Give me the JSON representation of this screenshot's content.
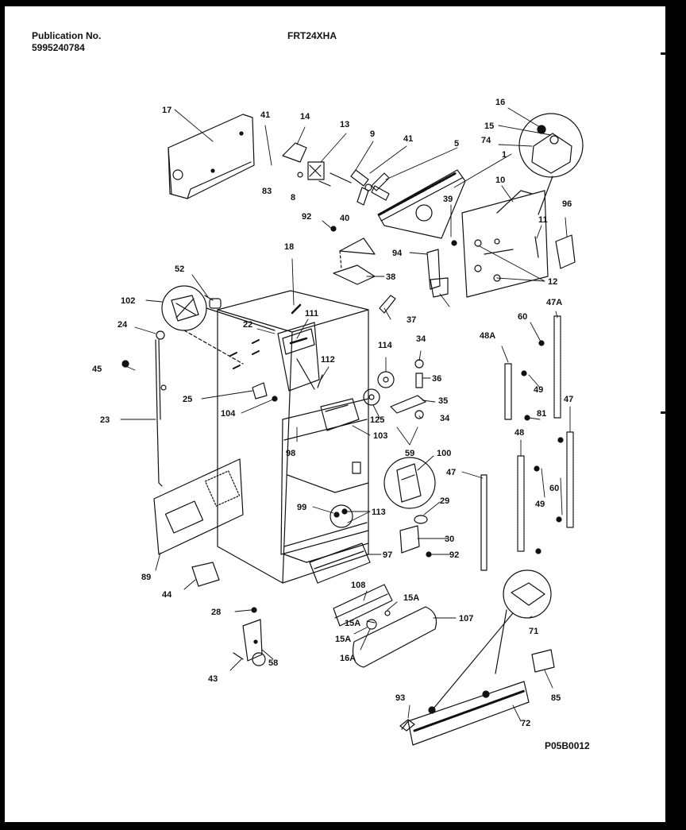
{
  "header": {
    "publication_label": "Publication No.",
    "publication_number": "5995240784",
    "model": "FRT24XHA"
  },
  "diagram_code": "P05B0012",
  "part_labels": [
    "17",
    "41",
    "14",
    "13",
    "9",
    "41",
    "5",
    "16",
    "15",
    "74",
    "1",
    "83",
    "8",
    "10",
    "96",
    "92",
    "40",
    "39",
    "11",
    "94",
    "38",
    "12",
    "18",
    "52",
    "102",
    "111",
    "37",
    "60",
    "47A",
    "24",
    "22",
    "48A",
    "114",
    "34",
    "45",
    "112",
    "36",
    "49",
    "25",
    "35",
    "104",
    "125",
    "34",
    "81",
    "47",
    "23",
    "103",
    "59",
    "98",
    "100",
    "48",
    "47",
    "29",
    "99",
    "113",
    "60",
    "49",
    "30",
    "92",
    "97",
    "89",
    "44",
    "108",
    "15A",
    "107",
    "28",
    "15A",
    "71",
    "15A",
    "16A",
    "58",
    "43",
    "85",
    "93",
    "72"
  ]
}
